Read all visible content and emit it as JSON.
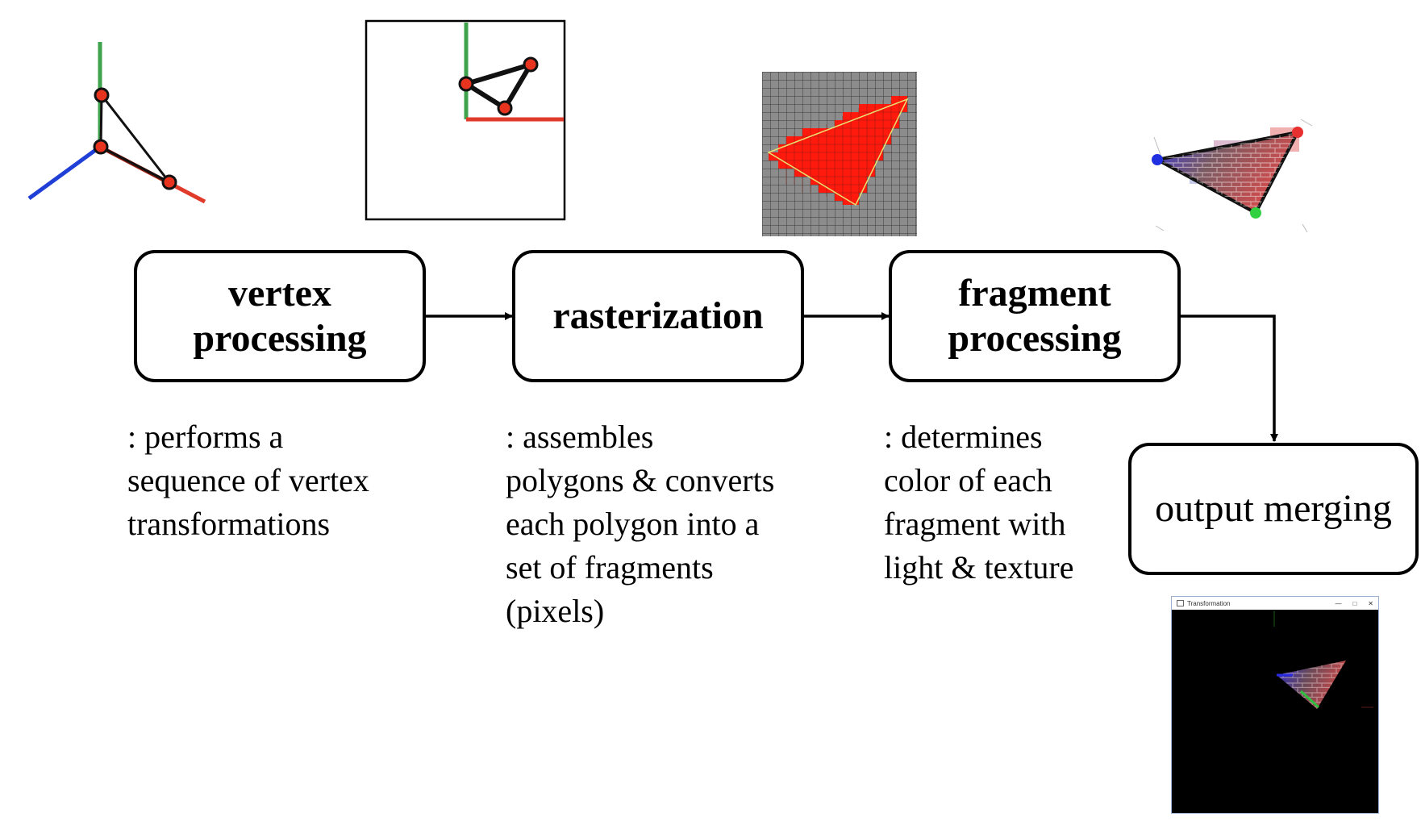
{
  "pipeline": {
    "stages": [
      {
        "id": "vertex",
        "label": "vertex\nprocessing",
        "description": ": performs a\nsequence of vertex\ntransformations"
      },
      {
        "id": "raster",
        "label": "rasterization",
        "description": ": assembles\npolygons & converts\neach polygon into a\nset of fragments\n(pixels)"
      },
      {
        "id": "fragment",
        "label": "fragment\nprocessing",
        "description": ": determines\ncolor of each\nfragment with\nlight & texture"
      },
      {
        "id": "output",
        "label": "output merging"
      }
    ]
  },
  "output_window": {
    "title": "Transformation",
    "controls": [
      "—",
      "□",
      "✕"
    ]
  },
  "colors": {
    "x_axis": "#e03a2b",
    "y_axis": "#3fa34d",
    "z_axis": "#1f3fd6",
    "vertex_fill": "#e8331f",
    "raster_fill": "#ff1a0d",
    "raster_bg": "#8c8c8c",
    "window_bg": "#000000"
  }
}
